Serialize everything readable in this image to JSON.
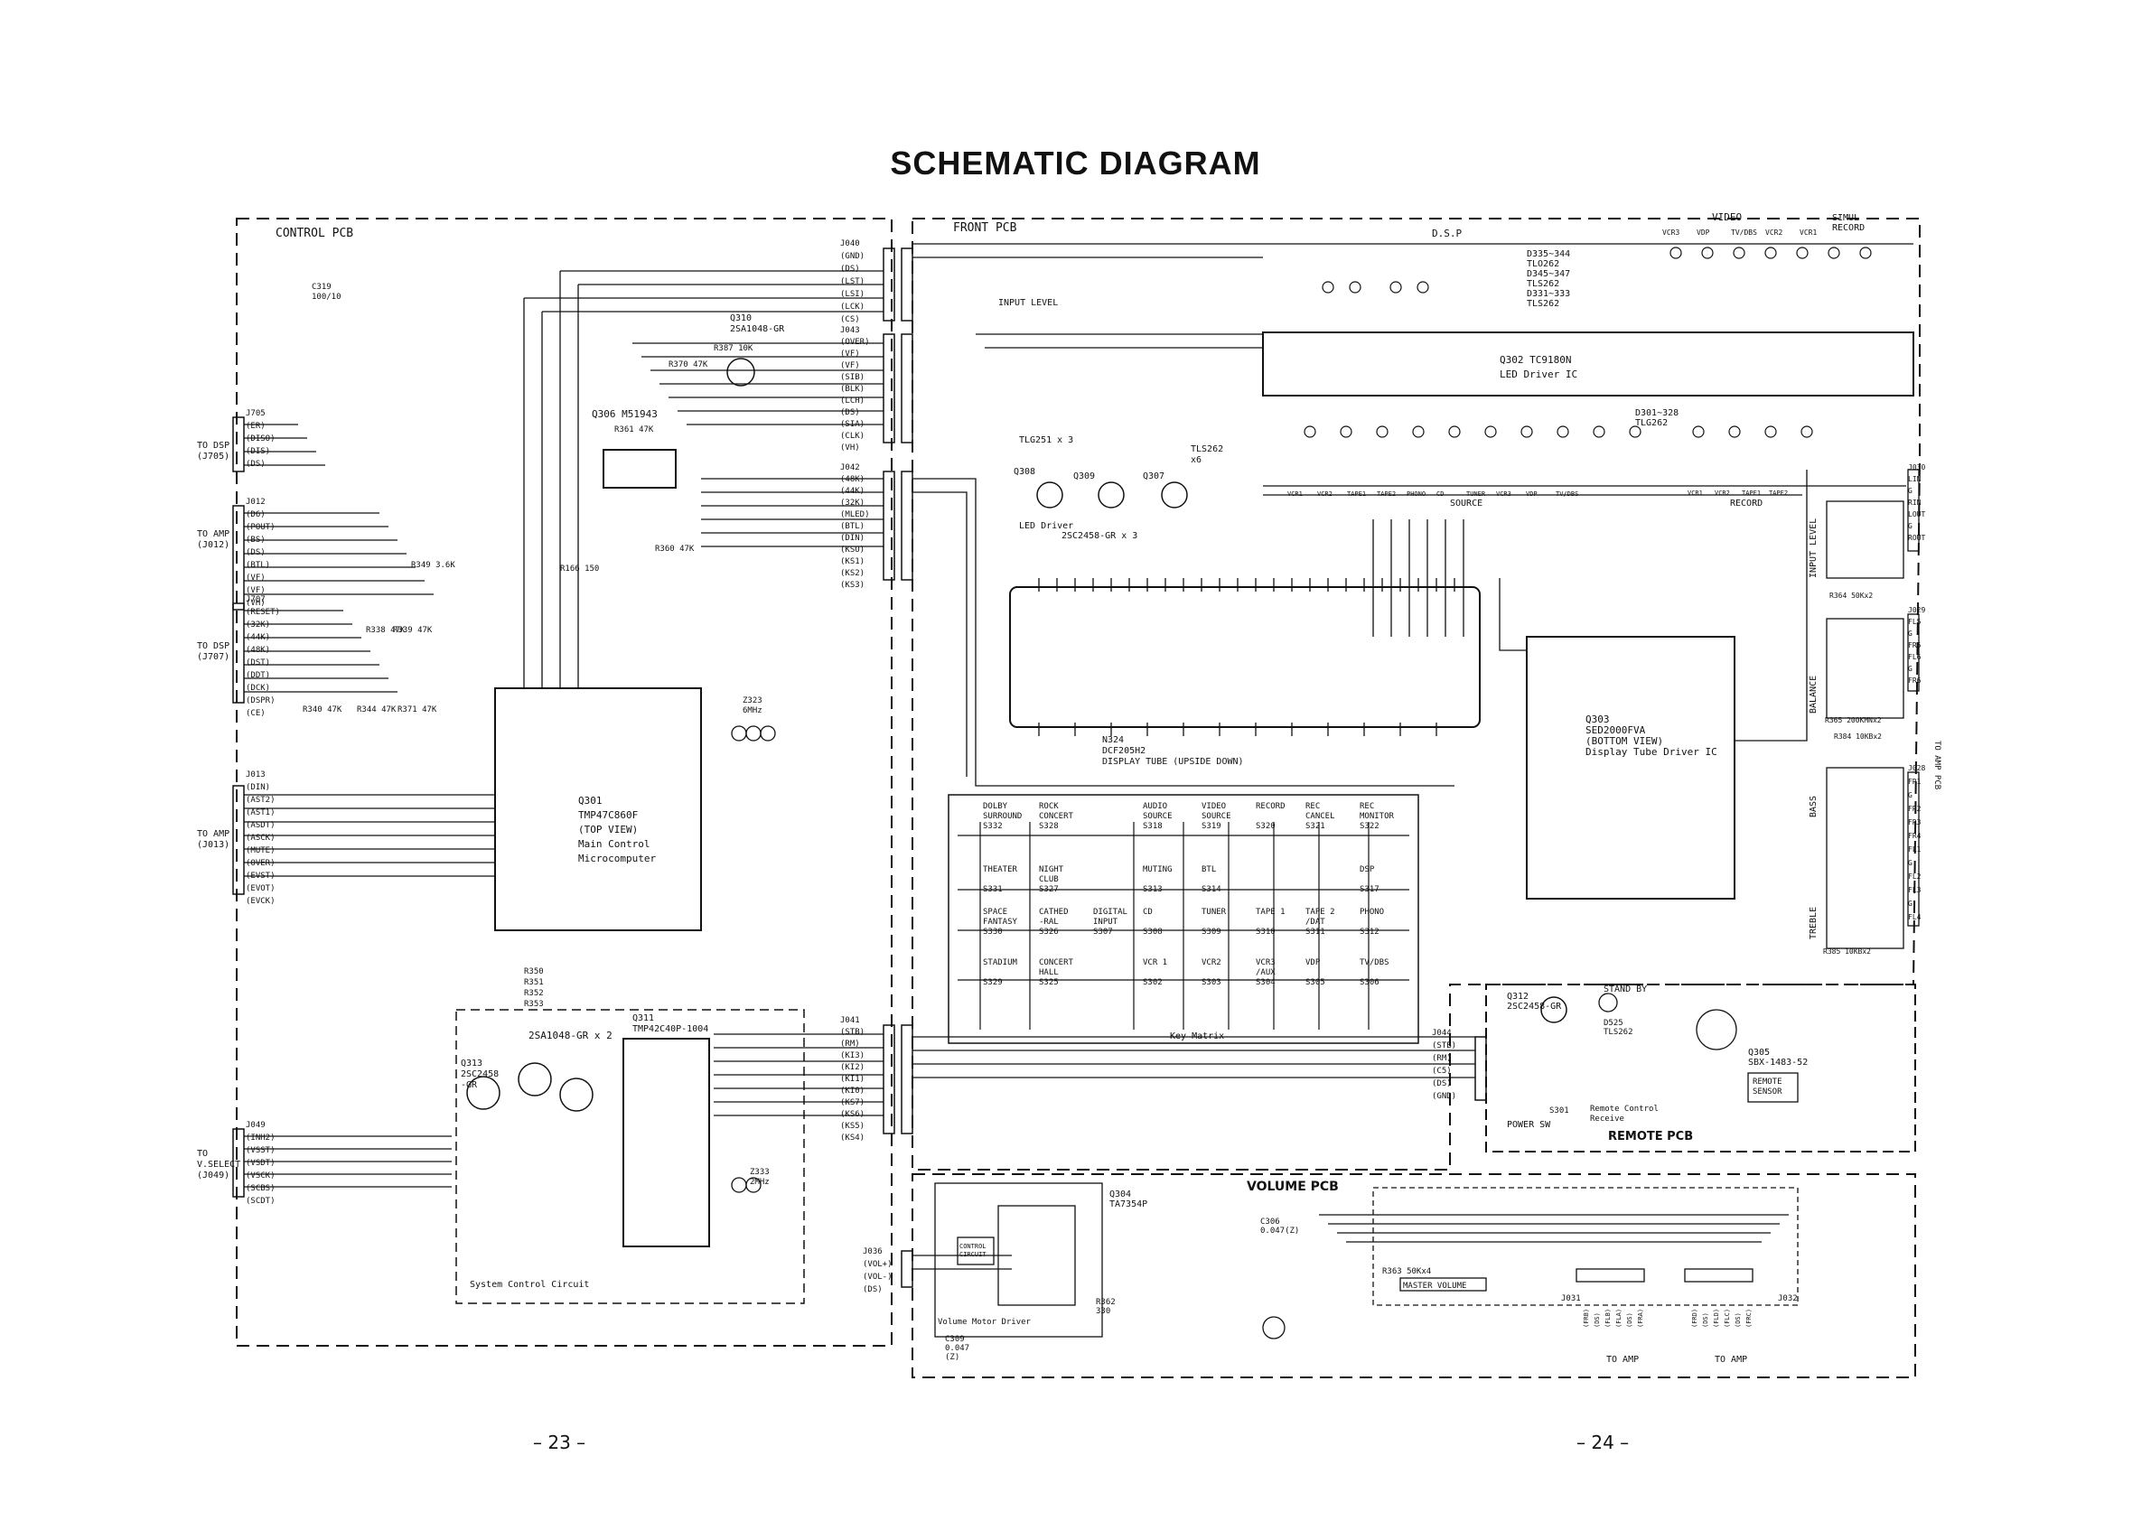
{
  "title": "SCHEMATIC DIAGRAM",
  "pages": {
    "left": "– 23 –",
    "right": "– 24 –"
  },
  "boards": {
    "control": "CONTROL PCB",
    "front": "FRONT PCB",
    "volume": "VOLUME PCB",
    "remote": "REMOTE PCB"
  },
  "connector_groups": {
    "to_dsp_1": [
      "TO DSP",
      "(J705)"
    ],
    "to_amp_1": [
      "TO AMP",
      "(J012)"
    ],
    "to_dsp_2": [
      "TO DSP",
      "(J707)"
    ],
    "to_amp_2": [
      "TO AMP",
      "(J013)"
    ],
    "to_vselect": [
      "TO",
      "V.SELECT",
      "(J049)"
    ]
  },
  "connectors": {
    "j705": [
      "J705",
      "(ER)",
      "(DISO)",
      "(DIS)",
      "(DS)"
    ],
    "j012": [
      "J012",
      "(D6)",
      "(POUT)",
      "(BS)",
      "(DS)",
      "(BTL)",
      "(VF)",
      "(VF)",
      "(VH)"
    ],
    "j707": [
      "J707",
      "(RESET)",
      "(32K)",
      "(44K)",
      "(48K)",
      "(DST)",
      "(DDT)",
      "(DCK)",
      "(DSPR)",
      "(CE)"
    ],
    "j013": [
      "J013",
      "(DIN)",
      "(AST2)",
      "(AST1)",
      "(ASDT)",
      "(ASCK)",
      "(MUTE)",
      "(OVER)",
      "(EVST)",
      "(EVOT)",
      "(EVCK)"
    ],
    "j049": [
      "J049",
      "(INH2)",
      "(VSST)",
      "(VSDT)",
      "(VSCK)",
      "(SCBS)",
      "(SCDT)"
    ],
    "j040": [
      "J040",
      "(GND)",
      "(DS)",
      "(LST)",
      "(LSI)",
      "(LCK)",
      "(CS)"
    ],
    "j043": [
      "J043",
      "(OVER)",
      "(VF)",
      "(VF)",
      "(SIB)",
      "(BLK)",
      "(LCH)",
      "(DS)",
      "(SIA)",
      "(CLK)",
      "(VH)"
    ],
    "j042": [
      "J042",
      "(48K)",
      "(44K)",
      "(32K)",
      "(MLED)",
      "(BTL)",
      "(DIN)",
      "(KSO)",
      "(KS1)",
      "(KS2)",
      "(KS3)"
    ],
    "j041": [
      "J041",
      "(STB)",
      "(RM)",
      "(KI3)",
      "(KI2)",
      "(KI1)",
      "(KI0)",
      "(KS7)",
      "(KS6)",
      "(KS5)",
      "(KS4)"
    ],
    "j036": [
      "J036",
      "(VOL+)",
      "(VOL-)",
      "(DS)"
    ],
    "j044": [
      "J044",
      "(STB)",
      "(RM)",
      "(C5)",
      "(DS)",
      "(GND)"
    ]
  },
  "control_pcb": {
    "q301": [
      "Q301",
      "TMP47C860F",
      "(TOP VIEW)",
      "Main Control",
      "Microcomputer"
    ],
    "q306": "Q306 M51943",
    "q310": [
      "Q310",
      "2SA1048-GR"
    ],
    "q311": [
      "Q311",
      "TMP42C40P-1004"
    ],
    "q313_315": "2SA1048-GR x 2",
    "q313": [
      "Q313",
      "2SC2458",
      "-GR"
    ],
    "system_control": "System Control Circuit",
    "z323": [
      "Z323",
      "6MHz"
    ],
    "z333": [
      "Z333",
      "2MHz"
    ],
    "c319": [
      "C319",
      "100/10"
    ],
    "r_labels": [
      "R370 47K",
      "R387 10K",
      "R361 47K",
      "R349 3.6K",
      "R166 150",
      "R360 47K",
      "R338 47K",
      "R339 47K",
      "R340 47K",
      "R344 47K",
      "R371 47K",
      "R350",
      "R351",
      "R352",
      "R353"
    ]
  },
  "front_pcb": {
    "input_level": "INPUT LEVEL",
    "dsp": "D.S.P",
    "video": "VIDEO",
    "simul_record": [
      "SIMUL",
      "RECORD"
    ],
    "video_cols": [
      "VCR3",
      "VDP",
      "TV/DBS",
      "VCR2",
      "VCR1"
    ],
    "led_notes": [
      "D335~344",
      "TLO262",
      "D345~347",
      "TLS262",
      "D331~333",
      "TLS262"
    ],
    "q302": [
      "Q302 TC9180N",
      "LED Driver IC"
    ],
    "led_driver": "LED Driver",
    "led_driver_q": "2SC2458-GR x 3",
    "tlg": "TLG251 x 3",
    "tls": [
      "TLS262",
      "x6"
    ],
    "source_label": "SOURCE",
    "record_label": "RECORD",
    "source_cols": [
      "VCR1",
      "VCR2",
      "TAPE1",
      "TAPE2",
      "PHONO",
      "CD",
      "TUNER",
      "VCR3",
      "VDP",
      "TV/DBS"
    ],
    "record_cols": [
      "VCR1",
      "VCR2",
      "TAPE1",
      "TAPE2"
    ],
    "d301_328": [
      "D301~328",
      "TLG262"
    ],
    "display_tube": [
      "N324",
      "DCF205H2",
      "DISPLAY TUBE (UPSIDE DOWN)"
    ],
    "q303": [
      "Q303",
      "SED2000FVA",
      "(BOTTOM VIEW)",
      "Display Tube Driver IC"
    ],
    "q308": "Q308",
    "q309": "Q309",
    "q307": "Q307"
  },
  "key_matrix": {
    "title": "Key Matrix",
    "rows": [
      [
        [
          "DOLBY",
          "SURROUND",
          "S332"
        ],
        [
          "ROCK",
          "CONCERT",
          "S328"
        ],
        [
          "AUDIO",
          "SOURCE",
          "S318"
        ],
        [
          "VIDEO",
          "SOURCE",
          "S319"
        ],
        [
          "RECORD",
          "",
          "S320"
        ],
        [
          "REC",
          "CANCEL",
          "S321"
        ],
        [
          "REC",
          "MONITOR",
          "S322"
        ]
      ],
      [
        [
          "THEATER",
          "",
          "S331"
        ],
        [
          "NIGHT",
          "CLUB",
          "S327"
        ],
        [
          "MUTING",
          "",
          "S313"
        ],
        [
          "BTL",
          "",
          "S314"
        ],
        [
          "DSP",
          "",
          "S317"
        ]
      ],
      [
        [
          "SPACE",
          "FANTASY",
          "S330"
        ],
        [
          "CATHED",
          "-RAL",
          "S326"
        ],
        [
          "DIGITAL",
          "INPUT",
          "S307"
        ],
        [
          "CD",
          "",
          "S308"
        ],
        [
          "TUNER",
          "",
          "S309"
        ],
        [
          "TAPE 1",
          "",
          "S310"
        ],
        [
          "TAPE 2",
          "/DAT",
          "S311"
        ],
        [
          "PHONO",
          "",
          "S312"
        ]
      ],
      [
        [
          "STADIUM",
          "",
          "S329"
        ],
        [
          "CONCERT",
          "HALL",
          "S325"
        ],
        [
          "VCR 1",
          "",
          "S302"
        ],
        [
          "VCR2",
          "",
          "S303"
        ],
        [
          "VCR3",
          "/AUX",
          "S304"
        ],
        [
          "VDP",
          "",
          "S305"
        ],
        [
          "TV/DBS",
          "",
          "S306"
        ]
      ]
    ]
  },
  "remote_pcb": {
    "q312": [
      "Q312",
      "2SC2458-GR"
    ],
    "stand_by": "STAND BY",
    "q305": [
      "Q305",
      "SBX-1483-52"
    ],
    "sensor": [
      "REMOTE",
      "SENSOR"
    ],
    "power_sw": "POWER SW",
    "s301": "S301",
    "rc": [
      "Remote Control",
      "Receive"
    ],
    "d525": [
      "D525",
      "TLS262"
    ]
  },
  "volume_pcb": {
    "q304": [
      "Q304",
      "TA7354P"
    ],
    "control_circuit": [
      "CONTROL",
      "CIRCUIT"
    ],
    "motor_driver": "Volume Motor Driver",
    "master_volume": "MASTER VOLUME",
    "r363": "R363  50Kx4",
    "r362": [
      "R362",
      "330"
    ],
    "c309": [
      "C309",
      "0.047",
      "(Z)"
    ],
    "c306": [
      "C306",
      "0.047(Z)"
    ],
    "j031": "J031",
    "j032": "J032",
    "to_amp_a": "TO AMP",
    "to_amp_b": "TO AMP",
    "pins_a": [
      "(FRB)",
      "(DS)",
      "(FLB)",
      "(FLA)",
      "(DS)",
      "(FRA)"
    ],
    "pins_b": [
      "(FRD)",
      "(DS)",
      "(FLD)",
      "(FLC)",
      "(DS)",
      "(FRC)"
    ]
  },
  "right_side": {
    "input_level": "INPUT LEVEL",
    "balance": "BALANCE",
    "bass": "BASS",
    "treble": "TREBLE",
    "to_amp_pcb": "TO AMP PCB",
    "j030": [
      "J030",
      "LIN",
      "G",
      "RIN",
      "LOUT",
      "G",
      "ROUT"
    ],
    "j029": [
      "J029",
      "FL5",
      "G",
      "FR5",
      "FL6",
      "G",
      "FR6"
    ],
    "j028": [
      "J028",
      "FR1",
      "G",
      "FR2",
      "FR3",
      "FR4",
      "FL1",
      "G",
      "FL2",
      "FL3",
      "G",
      "FL4"
    ],
    "r364": "R364  50Kx2",
    "r365": "R365  200KMNx2",
    "r384": "R384  10KBx2",
    "r385": "R385  10KBx2"
  }
}
